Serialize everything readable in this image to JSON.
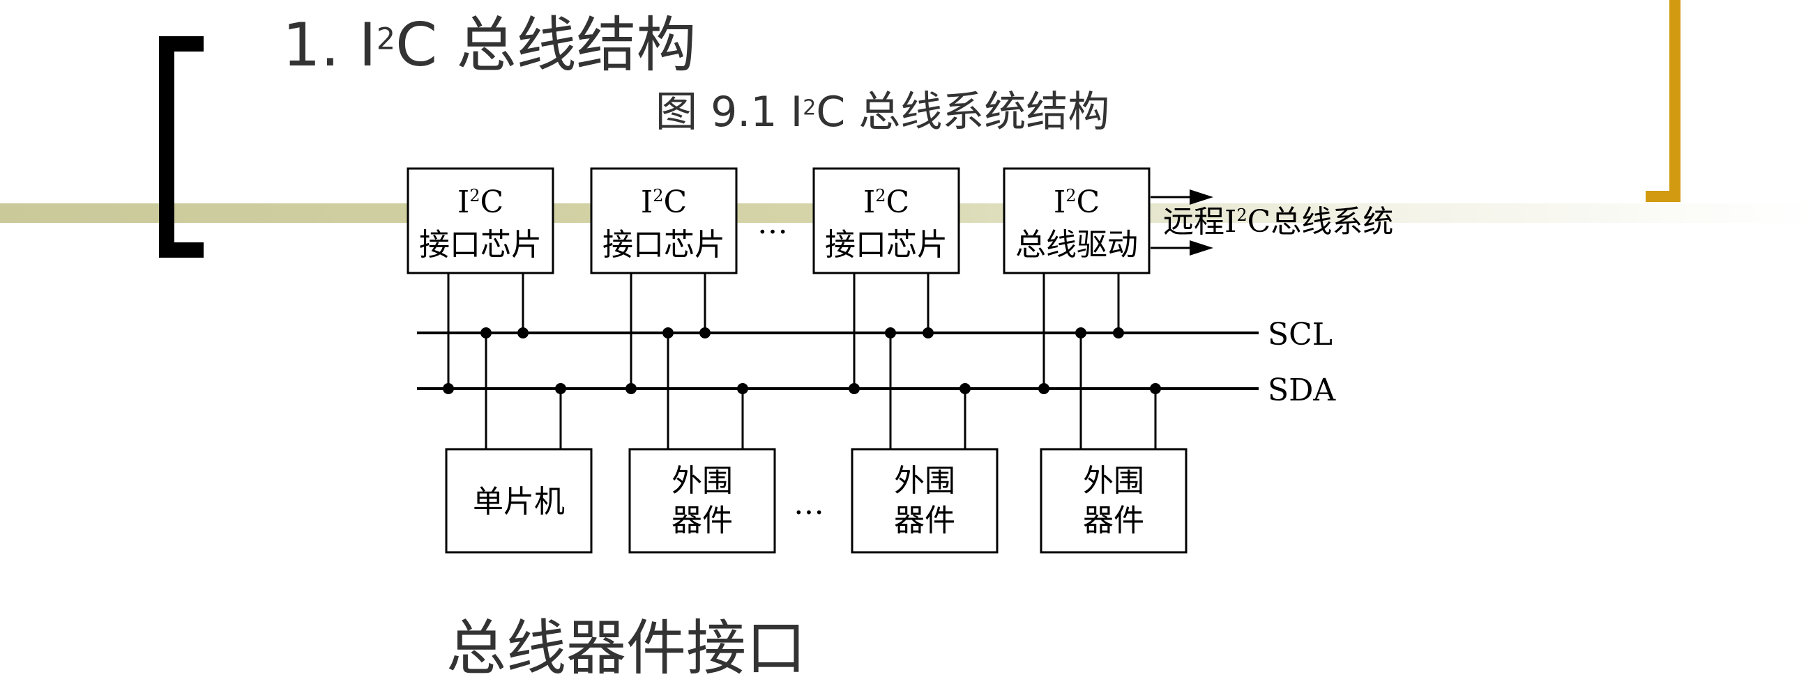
{
  "heading": {
    "num": "1. I",
    "sup": "2",
    "rest": "C 总线结构"
  },
  "caption": {
    "prefix": "图 9.1    I",
    "sup": "2",
    "rest": "C 总线系统结构"
  },
  "bottom_text": "总线器件接口",
  "diagram": {
    "top_boxes": [
      {
        "line1_pre": "I",
        "line1_sup": "2",
        "line1_post": "C",
        "line2": "接口芯片"
      },
      {
        "line1_pre": "I",
        "line1_sup": "2",
        "line1_post": "C",
        "line2": "接口芯片"
      },
      {
        "line1_pre": "I",
        "line1_sup": "2",
        "line1_post": "C",
        "line2": "接口芯片"
      },
      {
        "line1_pre": "I",
        "line1_sup": "2",
        "line1_post": "C",
        "line2": "总线驱动"
      }
    ],
    "bottom_boxes": [
      {
        "line1": "单片机",
        "line2": ""
      },
      {
        "line1": "外围",
        "line2": "器件"
      },
      {
        "line1": "外围",
        "line2": "器件"
      },
      {
        "line1": "外围",
        "line2": "器件"
      }
    ],
    "ellipsis": "…",
    "bus_scl": "SCL",
    "bus_sda": "SDA",
    "remote": {
      "pre": "远程I",
      "sup": "2",
      "post": "C总线系统"
    }
  }
}
